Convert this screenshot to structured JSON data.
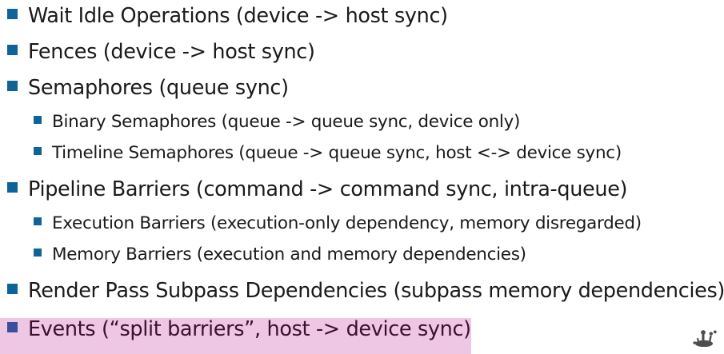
{
  "slide": {
    "background_color": "#ffffff",
    "text_color": "#1a1a1a",
    "marker_color": "#0e6496",
    "highlight_background": "#edc7e4",
    "highlight_text_color": "#3d1030",
    "highlight_marker_color": "#3b4f9c",
    "items": [
      {
        "level": 1,
        "label": "Wait Idle Operations (device -> host sync)",
        "highlighted": false
      },
      {
        "level": 1,
        "label": "Fences (device -> host sync)",
        "highlighted": false
      },
      {
        "level": 1,
        "label": "Semaphores (queue sync)",
        "highlighted": false
      },
      {
        "level": 2,
        "label": "Binary Semaphores (queue -> queue sync, device only)",
        "highlighted": false
      },
      {
        "level": 2,
        "label": "Timeline Semaphores (queue -> queue sync, host <-> device sync)",
        "highlighted": false
      },
      {
        "level": 1,
        "label": "Pipeline Barriers (command -> command sync, intra-queue)",
        "highlighted": false
      },
      {
        "level": 2,
        "label": "Execution Barriers (execution-only dependency, memory disregarded)",
        "highlighted": false
      },
      {
        "level": 2,
        "label": "Memory Barriers (execution and memory dependencies)",
        "highlighted": false
      },
      {
        "level": 1,
        "label": "Render Pass Subpass Dependencies (subpass memory dependencies)",
        "highlighted": false
      },
      {
        "level": 1,
        "label": "Events (“split barriers”, host -> device sync)",
        "highlighted": true
      }
    ],
    "corner_logo": {
      "name": "cropped-logo-fragment",
      "color": "#4d4d4d"
    }
  }
}
